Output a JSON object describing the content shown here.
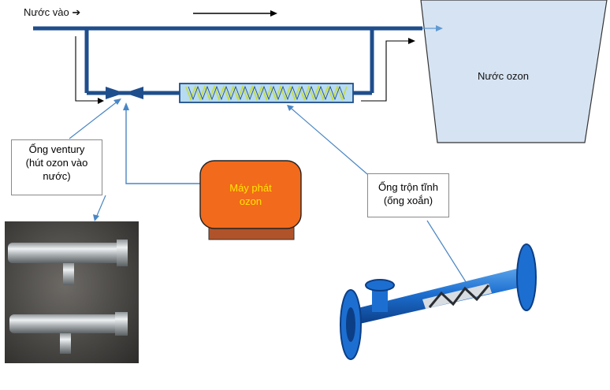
{
  "labels": {
    "water_in": "Nước vào",
    "tank": "Nước ozon",
    "venturi_callout": [
      "Ống ventury",
      "(hút ozon vào",
      "nước)"
    ],
    "ozone_generator": [
      "Máy phát",
      "ozon"
    ],
    "mixer_callout": [
      "Ống trộn tĩnh",
      "(ống xoắn)"
    ]
  },
  "icons": {
    "water_in_arrow": "right-arrow-icon"
  },
  "colors": {
    "pipe": "#1f4e8c",
    "mixer_fill": "#b7dbf1",
    "mixer_coil": "#c6dd3a",
    "generator_fill": "#f26a1b",
    "generator_base": "#b0532a",
    "generator_text": "#ffe600",
    "callout_line": "#4a86c5",
    "tank_fill": "#d6e3f2"
  }
}
